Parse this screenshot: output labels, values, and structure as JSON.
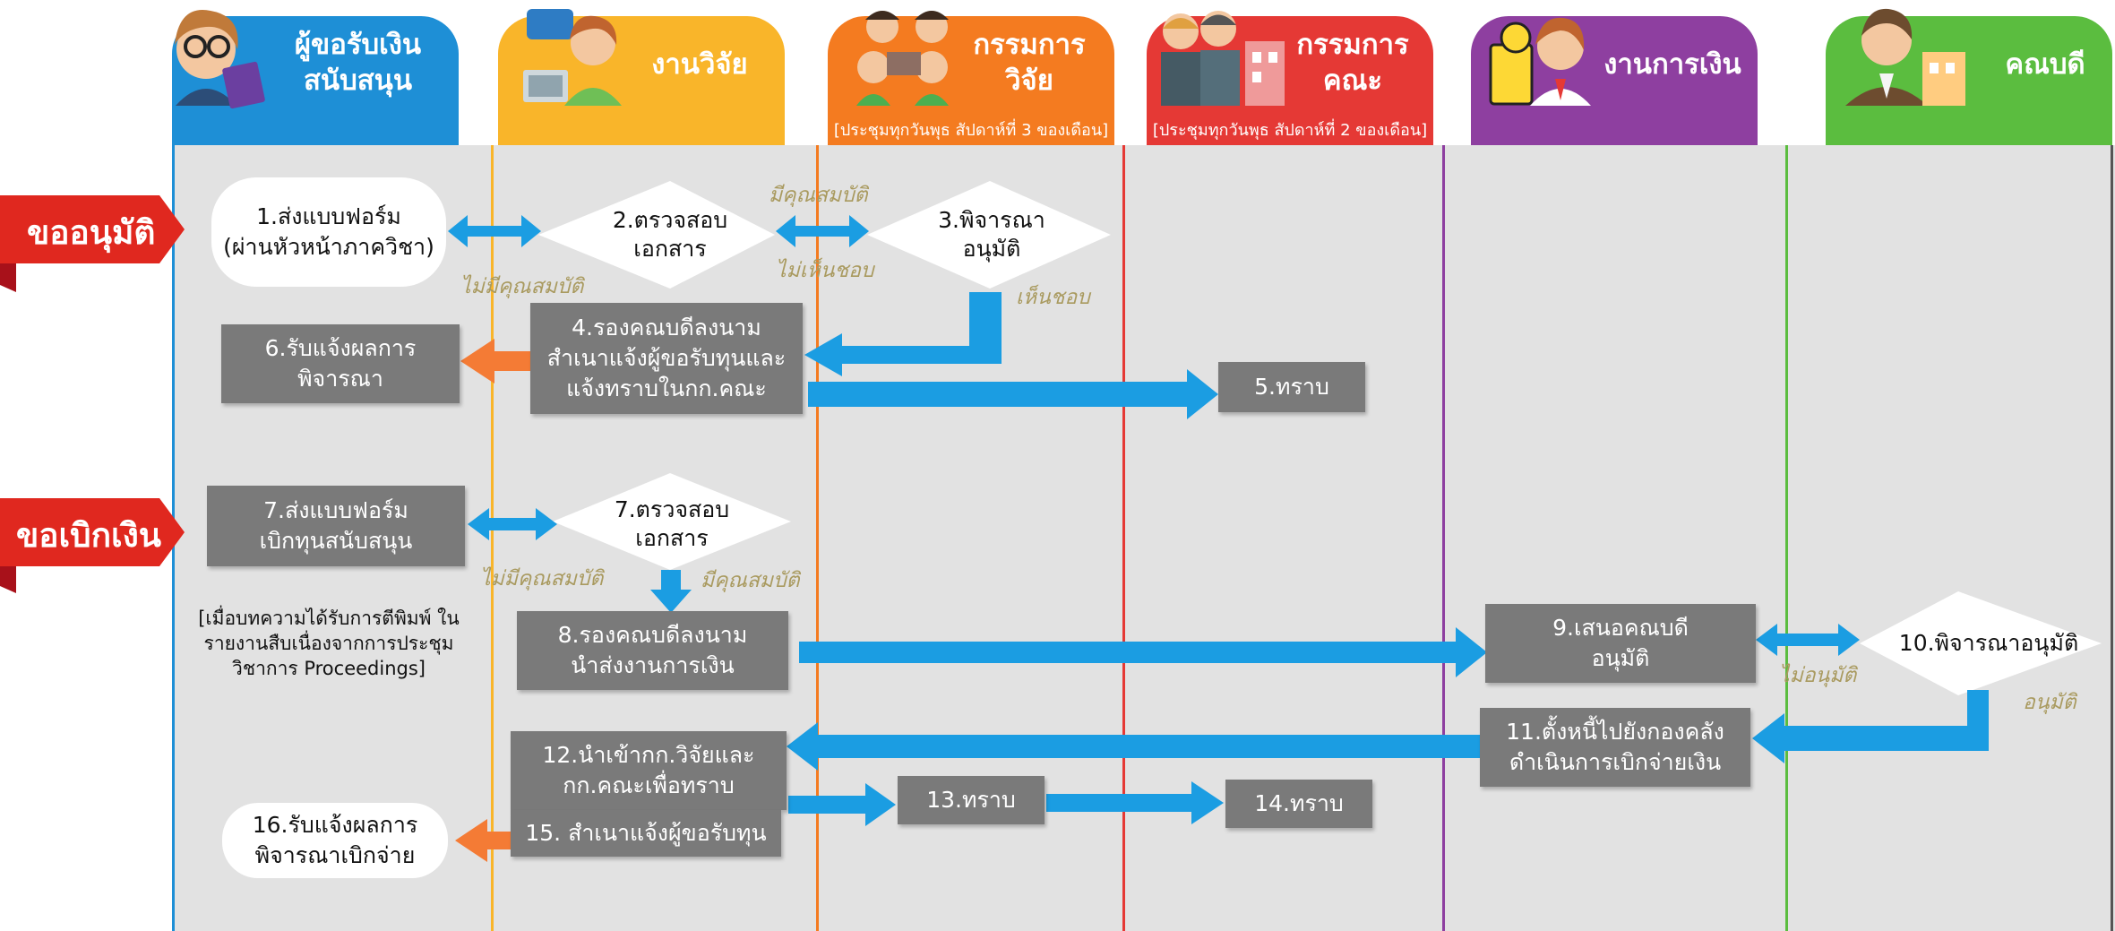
{
  "lanes": [
    {
      "title_line1": "ผู้ขอรับเงิน",
      "title_line2": "สนับสนุน",
      "note": "",
      "color": "#1e8fd6"
    },
    {
      "title_line1": "งานวิจัย",
      "title_line2": "",
      "note": "",
      "color": "#f9b52a"
    },
    {
      "title_line1": "กรรมการ",
      "title_line2": "วิจัย",
      "note": "[ประชุมทุกวันพุธ สัปดาห์ที่ 3 ของเดือน]",
      "color": "#f47b20"
    },
    {
      "title_line1": "กรรมการ",
      "title_line2": "คณะ",
      "note": "[ประชุมทุกวันพุธ สัปดาห์ที่ 2 ของเดือน]",
      "color": "#e53935"
    },
    {
      "title_line1": "งานการเงิน",
      "title_line2": "",
      "note": "",
      "color": "#8e3fa0"
    },
    {
      "title_line1": "คณบดี",
      "title_line2": "",
      "note": "",
      "color": "#5bbd3f"
    }
  ],
  "phases": {
    "approval": "ขออนุมัติ",
    "disbursement": "ขอเบิกเงิน"
  },
  "steps": {
    "s1": [
      "1.ส่งแบบฟอร์ม",
      "(ผ่านหัวหน้าภาควิชา)"
    ],
    "s2": [
      "2.ตรวจสอบ",
      "เอกสาร"
    ],
    "s3": [
      "3.พิจารณา",
      "อนุมัติ"
    ],
    "s4": [
      "4.รองคณบดีลงนาม",
      "สำเนาแจ้งผู้ขอรับทุนและ",
      "แจ้งทราบในกก.คณะ"
    ],
    "s5": "5.ทราบ",
    "s6": [
      "6.รับแจ้งผลการ",
      "พิจารณา"
    ],
    "s7a": [
      "7.ส่งแบบฟอร์ม",
      "เบิกทุนสนับสนุน"
    ],
    "s7b": [
      "7.ตรวจสอบ",
      "เอกสาร"
    ],
    "s8": [
      "8.รองคณบดีลงนาม",
      "นำส่งงานการเงิน"
    ],
    "s9": [
      "9.เสนอคณบดี",
      "อนุมัติ"
    ],
    "s10": "10.พิจารณาอนุมัติ",
    "s11": [
      "11.ตั้งหนี้ไปยังกองคลัง",
      "ดำเนินการเบิกจ่ายเงิน"
    ],
    "s12": [
      "12.นำเข้ากก.วิจัยและ",
      "กก.คณะเพื่อทราบ"
    ],
    "s13": "13.ทราบ",
    "s14": "14.ทราบ",
    "s15": "15. สำเนาแจ้งผู้ขอรับทุน",
    "s16": [
      "16.รับแจ้งผลการ",
      "พิจารณาเบิกจ่าย"
    ]
  },
  "labels": {
    "qualified_top": "มีคุณสมบัติ",
    "not_agree": "ไม่เห็นชอบ",
    "not_qualified_1": "ไม่มีคุณสมบัติ",
    "agree": "เห็นชอบ",
    "not_qualified_2": "ไม่มีคุณสมบัติ",
    "qualified_2": "มีคุณสมบัติ",
    "not_approved": "ไม่อนุมัติ",
    "approved": "อนุมัติ"
  },
  "note_proceedings": [
    "[เมื่อบทความได้รับการตีพิมพ์ ใน",
    "รายงานสืบเนื่องจากการประชุม",
    "วิชาการ Proceedings]"
  ],
  "colors": {
    "arrow_blue": "#1b9de2",
    "arrow_orange": "#f47b35",
    "tag_red": "#e0281f",
    "tag_shadow": "#a8111a",
    "box_gray": "#7a7a7a",
    "bg_gray": "#e2e2e2",
    "label_olive": "#a99a5f"
  },
  "icons": [
    "researcher-avatar-icon",
    "research-officer-icon",
    "research-committee-icon",
    "faculty-committee-icon",
    "finance-officer-icon",
    "dean-avatar-icon"
  ]
}
